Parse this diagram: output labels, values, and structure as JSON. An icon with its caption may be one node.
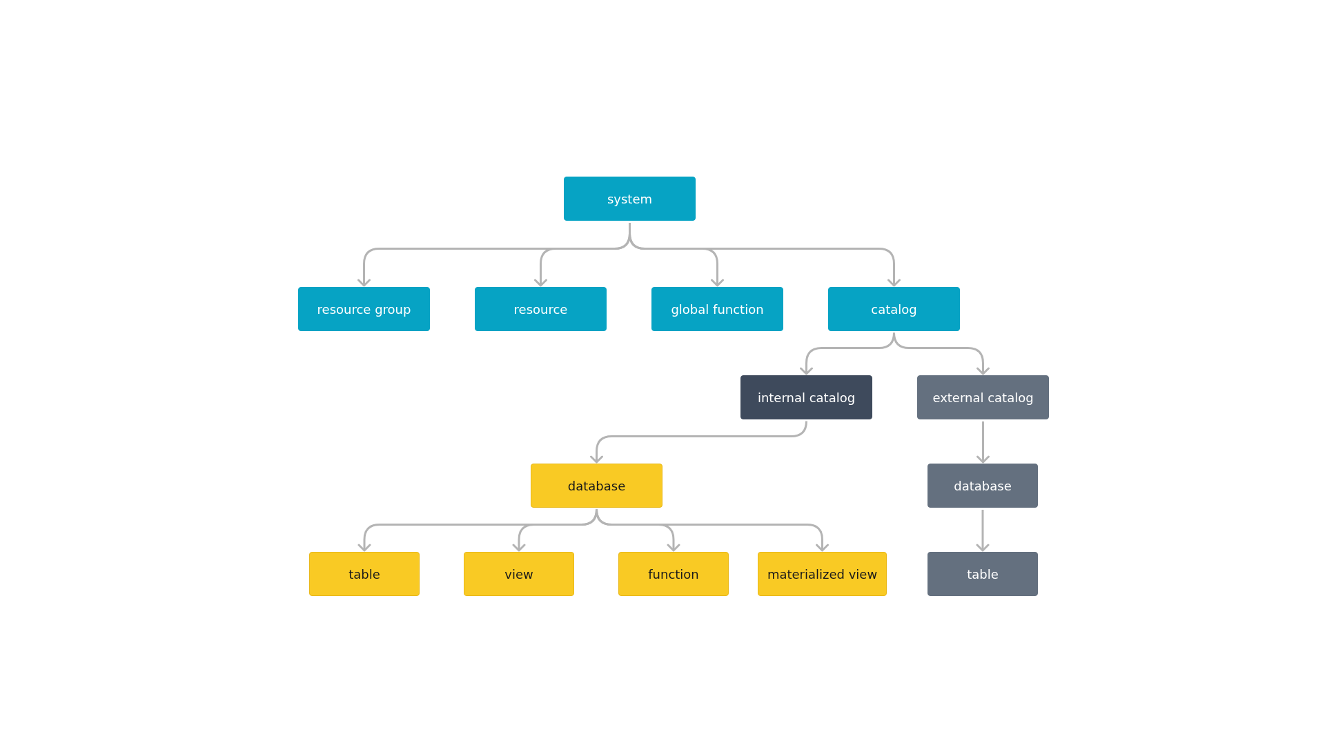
{
  "diagram": {
    "nodes": [
      {
        "text": [
          "system"
        ]
      },
      {
        "text": [
          "resource group"
        ]
      },
      {
        "text": [
          "resource"
        ]
      },
      {
        "text": [
          "global function"
        ]
      },
      {
        "text": [
          "catalog"
        ]
      },
      {
        "text": [
          "internal catalog"
        ]
      },
      {
        "text": [
          "external catalog"
        ]
      },
      {
        "text": [
          "database"
        ]
      },
      {
        "text": [
          "database"
        ]
      },
      {
        "text": [
          "table"
        ]
      },
      {
        "text": [
          "view"
        ]
      },
      {
        "text": [
          "function"
        ]
      },
      {
        "text": [
          "materialized view"
        ]
      },
      {
        "text": [
          "table"
        ]
      }
    ],
    "edges": [
      {
        "from": 0,
        "to": 1,
        "arrow": "to"
      },
      {
        "from": 0,
        "to": 2,
        "arrow": "to"
      },
      {
        "from": 0,
        "to": 3,
        "arrow": "to"
      },
      {
        "from": 0,
        "to": 4,
        "arrow": "to"
      },
      {
        "from": 4,
        "to": 5,
        "arrow": "to"
      },
      {
        "from": 4,
        "to": 6,
        "arrow": "to"
      },
      {
        "from": 5,
        "to": 7,
        "arrow": "to"
      },
      {
        "from": 6,
        "to": 8,
        "arrow": "to"
      },
      {
        "from": 7,
        "to": 9,
        "arrow": "to"
      },
      {
        "from": 7,
        "to": 10,
        "arrow": "to"
      },
      {
        "from": 7,
        "to": 11,
        "arrow": "to"
      },
      {
        "from": 7,
        "to": 12,
        "arrow": "to"
      },
      {
        "from": 8,
        "to": 13,
        "arrow": "to"
      }
    ]
  }
}
